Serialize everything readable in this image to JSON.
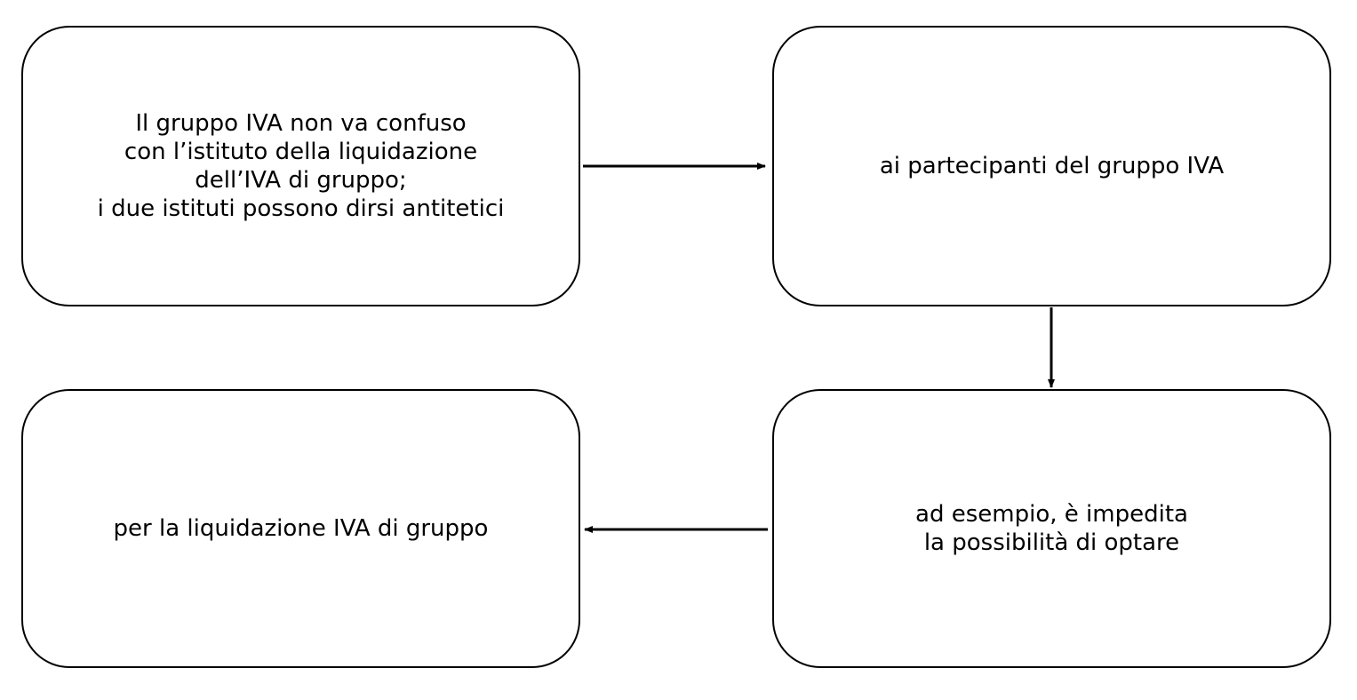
{
  "diagram": {
    "nodes": [
      {
        "id": "box-1",
        "text": "Il gruppo IVA non va confuso\ncon l’istituto della liquidazione\ndell’IVA di gruppo;\ni due istituti possono dirsi antitetici"
      },
      {
        "id": "box-2",
        "text": "ai partecipanti del gruppo IVA"
      },
      {
        "id": "box-3",
        "text": "ad esempio, è impedita\nla possibilità di optare"
      },
      {
        "id": "box-4",
        "text": "per la liquidazione IVA di gruppo"
      }
    ],
    "edges": [
      {
        "from": "box-1",
        "to": "box-2"
      },
      {
        "from": "box-2",
        "to": "box-3"
      },
      {
        "from": "box-3",
        "to": "box-4"
      }
    ],
    "colors": {
      "stroke": "#000000",
      "background": "#ffffff"
    }
  }
}
